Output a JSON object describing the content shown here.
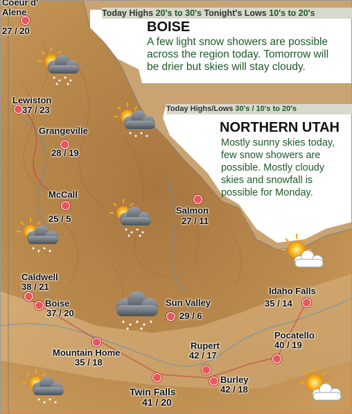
{
  "boise": {
    "bar_highs": "Today Highs",
    "bar_highs_val": "20's to 30's",
    "bar_lows": "Tonight's Lows",
    "bar_lows_val": "10's to 20's",
    "title": "BOISE",
    "lines": [
      "A few light snow showers are possible",
      "across the region today. Tomorrow will",
      "be drier but skies will stay cloudy."
    ]
  },
  "utah": {
    "bar": "Today Highs/Lows",
    "bar_val": "30's / 10's to 20's",
    "title": "NORTHERN UTAH",
    "lines": [
      "Mostly sunny skies today,",
      "few snow showers are",
      "possible.  Mostly cloudy",
      "skies and snowfall is",
      "possible for Monday."
    ]
  },
  "cities": [
    {
      "name": "Coeur d' Alene",
      "temps": "27 / 20"
    },
    {
      "name": "Lewiston",
      "temps": "37 / 23"
    },
    {
      "name": "Grangeville",
      "temps": "28 / 19"
    },
    {
      "name": "McCall",
      "temps": "25 / 5"
    },
    {
      "name": "Salmon",
      "temps": "27 / 11"
    },
    {
      "name": "Caldwell",
      "temps": "38 / 21"
    },
    {
      "name": "Boise",
      "temps": "37 / 20"
    },
    {
      "name": "Sun Valley",
      "temps": "29 / 6"
    },
    {
      "name": "Idaho Falls",
      "temps": "35 / 14"
    },
    {
      "name": "Pocatello",
      "temps": "40 / 19"
    },
    {
      "name": "Mountain Home",
      "temps": "35 / 18"
    },
    {
      "name": "Rupert",
      "temps": "42 / 17"
    },
    {
      "name": "Burley",
      "temps": "42 / 18"
    },
    {
      "name": "Twin Falls",
      "temps": "41 / 20"
    }
  ],
  "icons": [
    {
      "kind": "sun-cloud-snow-icon"
    },
    {
      "kind": "sun-cloud-snow-icon"
    },
    {
      "kind": "sun-cloud-snow-icon"
    },
    {
      "kind": "sun-cloud-snow-icon"
    },
    {
      "kind": "cloud-snow-icon"
    },
    {
      "kind": "sun-cloud-icon"
    },
    {
      "kind": "sun-cloud-snow-icon"
    },
    {
      "kind": "sun-cloud-icon"
    }
  ],
  "colors": {
    "terrain": "#b98a4c",
    "lowland": "#d9b27a",
    "dot": "#e8585a",
    "title": "#111111",
    "text": "#1e5a2a"
  }
}
